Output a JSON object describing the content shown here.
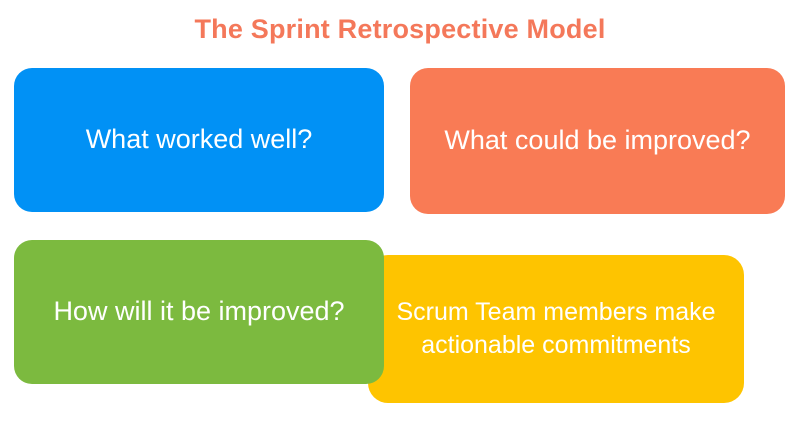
{
  "title": {
    "text": "The Sprint Retrospective Model",
    "color": "#f4785a"
  },
  "boxes": [
    {
      "id": "what-worked-well",
      "label": "What worked well?",
      "color": "#0191f5",
      "text_color": "#ffffff"
    },
    {
      "id": "what-could-be-improved",
      "label": "What could be improved?",
      "color": "#f97b55",
      "text_color": "#ffffff"
    },
    {
      "id": "how-will-it-be-improved",
      "label": "How will it be improved?",
      "color": "#7cba3f",
      "text_color": "#ffffff"
    },
    {
      "id": "scrum-team-commitments",
      "label": "Scrum Team members make actionable commitments",
      "color": "#fec400",
      "text_color": "#ffffff"
    }
  ]
}
